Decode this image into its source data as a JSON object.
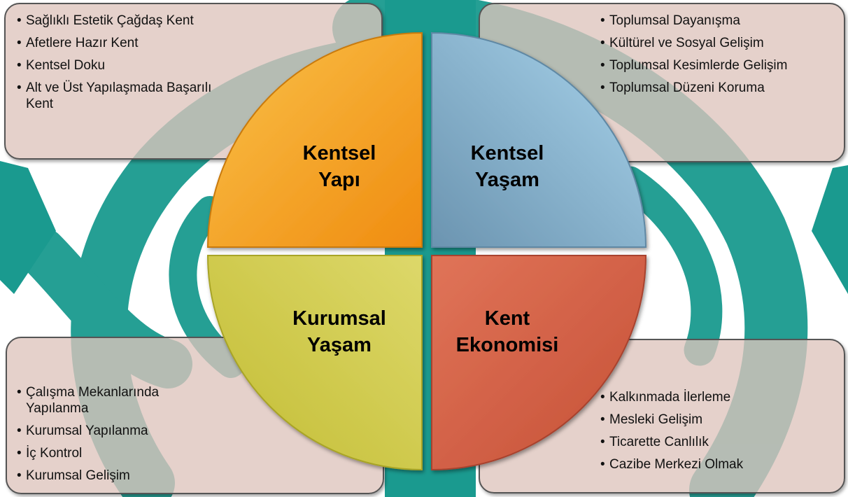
{
  "colors": {
    "teal": "#1a9a8f",
    "box_fill": "#dec4bc",
    "quadrant_top_left": "#f5a01a",
    "quadrant_top_right": "#6f9fbd",
    "quadrant_bottom_left": "#c8c23c",
    "quadrant_bottom_right": "#cc5a40"
  },
  "quadrants": {
    "top_left": {
      "line1": "Kentsel",
      "line2": "Yapı"
    },
    "top_right": {
      "line1": "Kentsel",
      "line2": "Yaşam"
    },
    "bottom_left": {
      "line1": "Kurumsal",
      "line2": "Yaşam"
    },
    "bottom_right": {
      "line1": "Kent",
      "line2": "Ekonomisi"
    }
  },
  "lists": {
    "top_left": [
      "Sağlıklı Estetik Çağdaş Kent",
      "Afetlere  Hazır Kent",
      "Kentsel Doku",
      "Alt ve Üst Yapılaşmada Başarılı Kent"
    ],
    "top_right": [
      "Toplumsal Dayanışma",
      "Kültürel ve Sosyal  Gelişim",
      "Toplumsal Kesimlerde Gelişim",
      "Toplumsal Düzeni Koruma"
    ],
    "bottom_left": [
      "Çalışma Mekanlarında Yapılanma",
      "Kurumsal Yapılanma",
      "İç Kontrol",
      "Kurumsal Gelişim"
    ],
    "bottom_right": [
      "Kalkınmada İlerleme",
      "Mesleki  Gelişim",
      "Ticarette Canlılık",
      "Cazibe Merkezi Olmak"
    ]
  }
}
